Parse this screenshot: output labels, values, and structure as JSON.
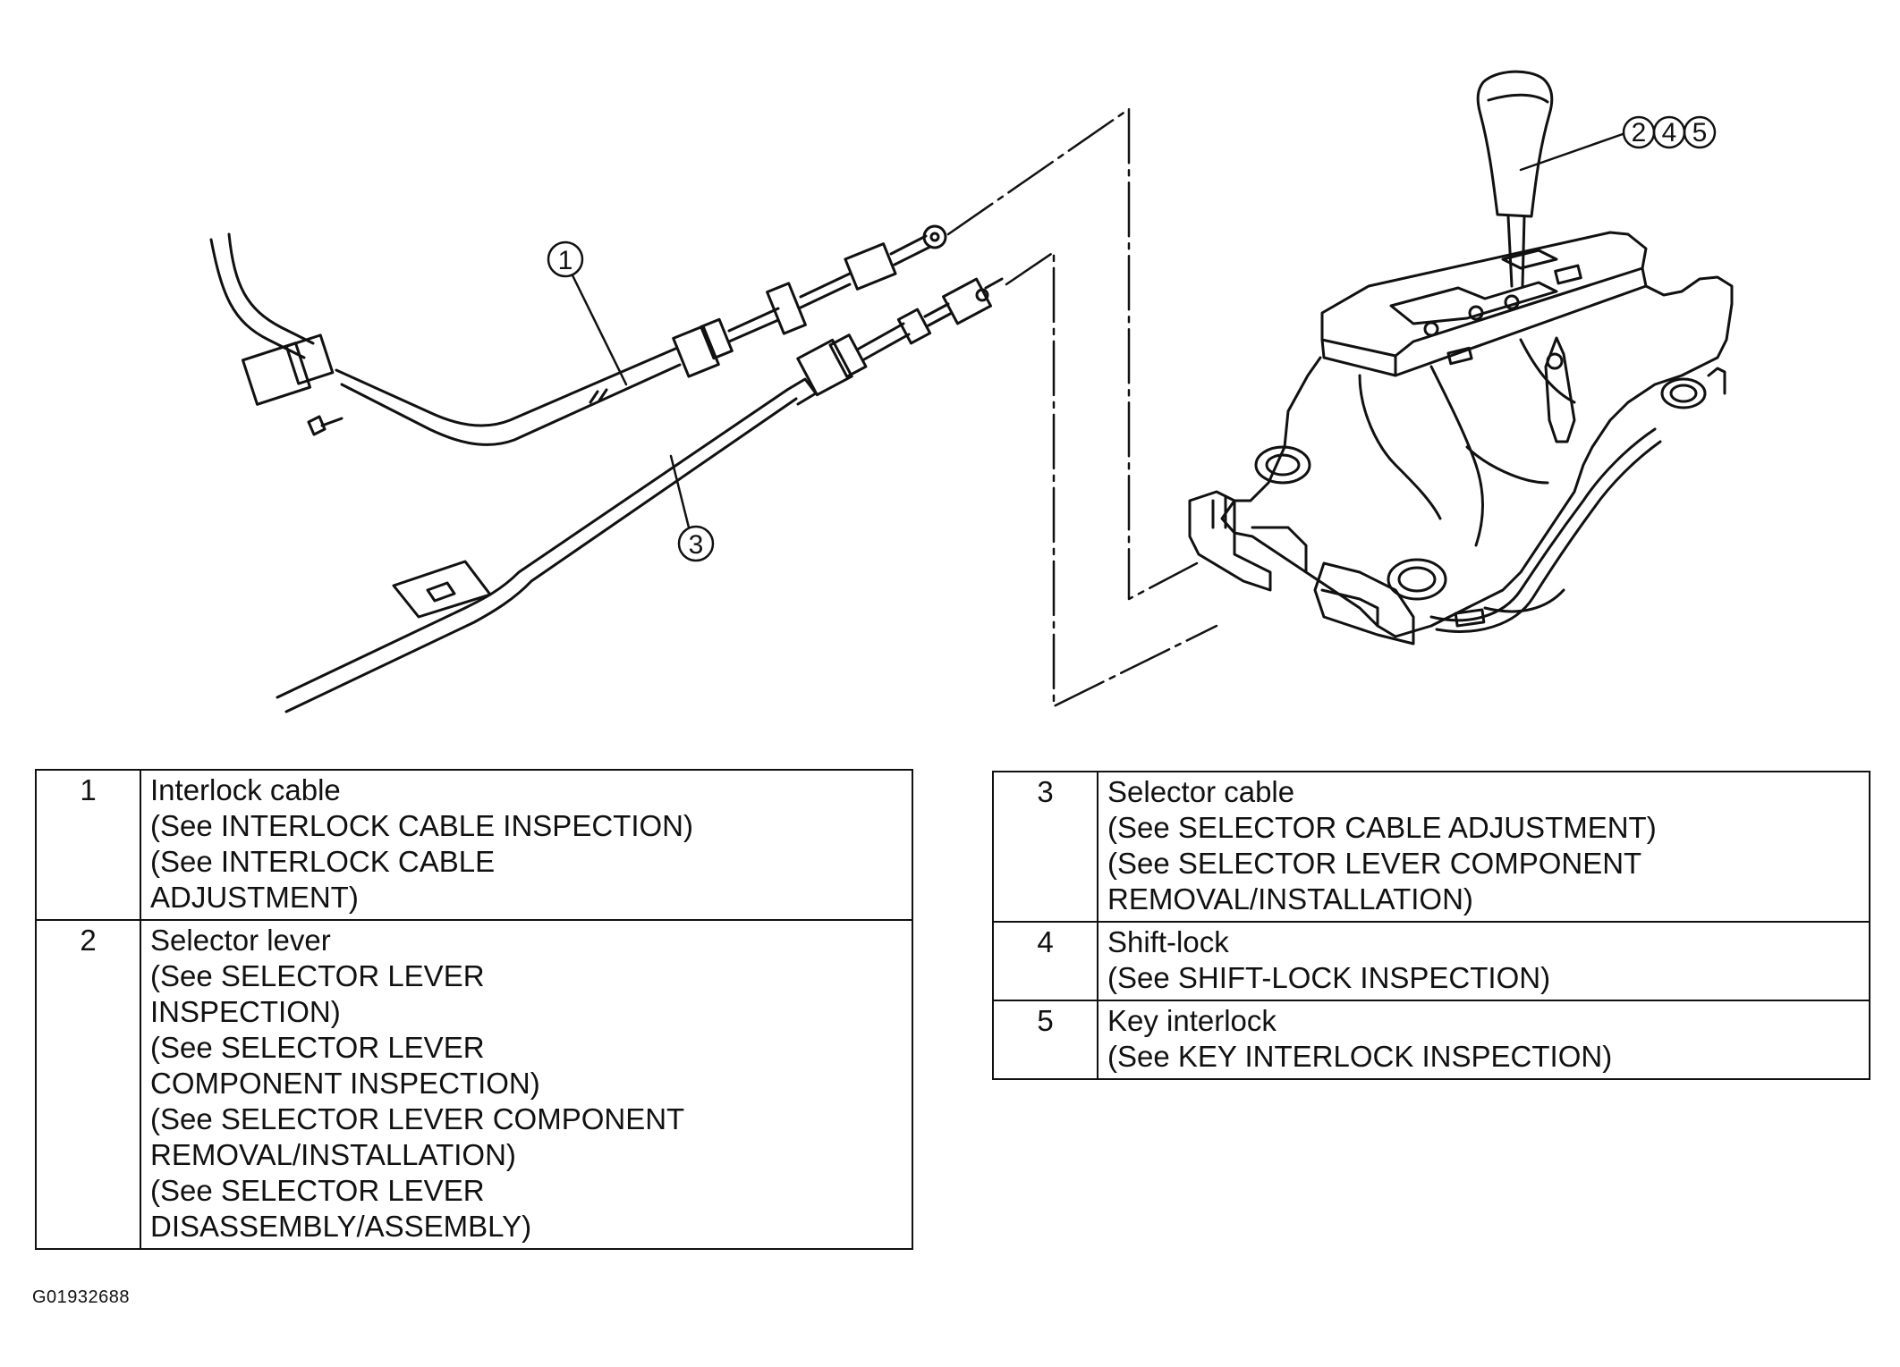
{
  "callouts": {
    "c1": "1",
    "c3": "3",
    "c2": "2",
    "c4": "4",
    "c5": "5"
  },
  "parts_left": [
    {
      "num": "1",
      "lines": [
        "Interlock cable",
        "(See INTERLOCK CABLE INSPECTION)",
        "(See INTERLOCK CABLE",
        "ADJUSTMENT)"
      ]
    },
    {
      "num": "2",
      "lines": [
        "Selector lever",
        "(See SELECTOR LEVER",
        "INSPECTION)",
        "(See SELECTOR LEVER",
        "COMPONENT INSPECTION)",
        "(See SELECTOR LEVER COMPONENT",
        "REMOVAL/INSTALLATION)",
        "(See SELECTOR LEVER",
        "DISASSEMBLY/ASSEMBLY)"
      ]
    }
  ],
  "parts_right": [
    {
      "num": "3",
      "lines": [
        "Selector cable",
        "(See SELECTOR CABLE ADJUSTMENT)",
        "(See SELECTOR LEVER COMPONENT",
        "REMOVAL/INSTALLATION)"
      ]
    },
    {
      "num": "4",
      "lines": [
        "Shift-lock",
        "(See SHIFT-LOCK INSPECTION)"
      ]
    },
    {
      "num": "5",
      "lines": [
        "Key interlock",
        "(See KEY INTERLOCK INSPECTION)"
      ]
    }
  ],
  "figure_id": "G01932688"
}
